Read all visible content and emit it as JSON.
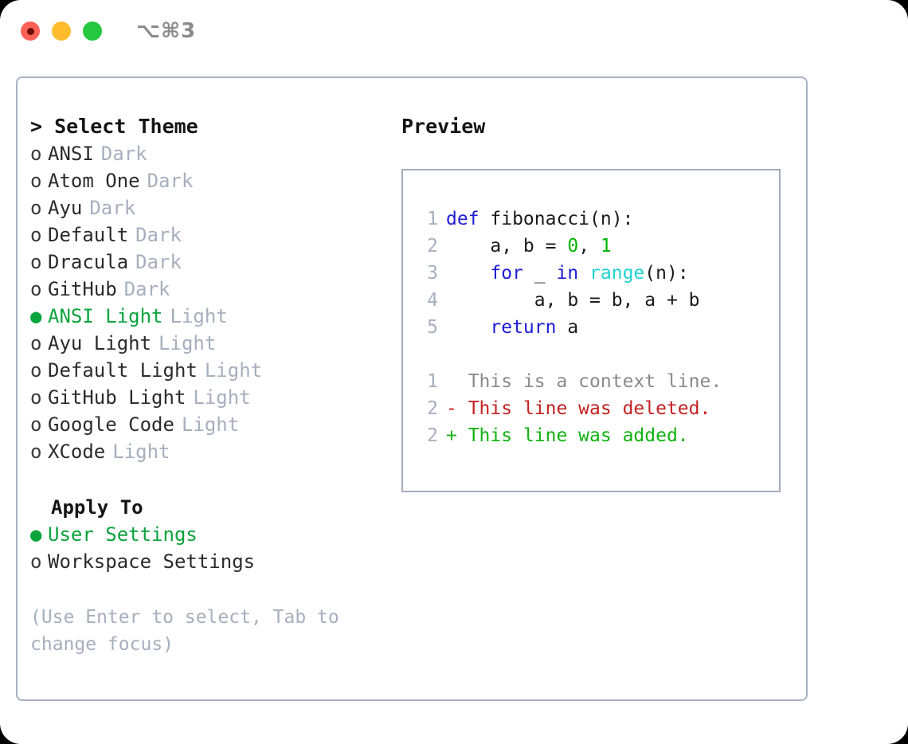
{
  "titlebar": {
    "title": "⌥⌘3",
    "buttons": [
      {
        "name": "close",
        "icon": "close-traffic-light",
        "color": "#ff6058"
      },
      {
        "name": "minimize",
        "icon": "minimize-traffic-light",
        "color": "#ffbd2e"
      },
      {
        "name": "maximize",
        "icon": "maximize-traffic-light",
        "color": "#25c740"
      }
    ]
  },
  "colors": {
    "accent_green": "#0aa33c",
    "muted": "#a6afbd",
    "text": "#1b1b1b",
    "panel_border": "#a9b2c0",
    "code_border": "#a3acba",
    "keyword_blue": "#1c1cd4",
    "number_green": "#00b300",
    "builtin_cyan": "#20d2d2",
    "diff_delete_red": "#c42121",
    "diff_add_green": "#10b210"
  },
  "left": {
    "title": "> Select Theme",
    "themes": [
      {
        "bullet": "o",
        "name": "ANSI",
        "tag": "Dark",
        "selected": false
      },
      {
        "bullet": "o",
        "name": "Atom One",
        "tag": "Dark",
        "selected": false
      },
      {
        "bullet": "o",
        "name": "Ayu",
        "tag": "Dark",
        "selected": false
      },
      {
        "bullet": "o",
        "name": "Default",
        "tag": "Dark",
        "selected": false
      },
      {
        "bullet": "o",
        "name": "Dracula",
        "tag": "Dark",
        "selected": false
      },
      {
        "bullet": "o",
        "name": "GitHub",
        "tag": "Dark",
        "selected": false
      },
      {
        "bullet": "●",
        "name": "ANSI Light",
        "tag": "Light",
        "selected": true
      },
      {
        "bullet": "o",
        "name": "Ayu Light",
        "tag": "Light",
        "selected": false
      },
      {
        "bullet": "o",
        "name": "Default Light",
        "tag": "Light",
        "selected": false
      },
      {
        "bullet": "o",
        "name": "GitHub Light",
        "tag": "Light",
        "selected": false
      },
      {
        "bullet": "o",
        "name": "Google Code",
        "tag": "Light",
        "selected": false
      },
      {
        "bullet": "o",
        "name": "XCode",
        "tag": "Light",
        "selected": false
      }
    ],
    "apply_to_title": "Apply To",
    "apply_to": [
      {
        "bullet": "●",
        "name": "User Settings",
        "selected": true
      },
      {
        "bullet": "o",
        "name": "Workspace Settings",
        "selected": false
      }
    ],
    "hint": "(Use Enter to select, Tab to change focus)"
  },
  "right": {
    "title": "Preview",
    "code_lines": [
      {
        "no": "1",
        "tokens": [
          {
            "t": "def ",
            "k": "kw"
          },
          {
            "t": "fibonacci(n):",
            "k": "plain"
          }
        ]
      },
      {
        "no": "2",
        "tokens": [
          {
            "t": "    a, b = ",
            "k": "plain"
          },
          {
            "t": "0",
            "k": "num"
          },
          {
            "t": ", ",
            "k": "plain"
          },
          {
            "t": "1",
            "k": "num"
          }
        ]
      },
      {
        "no": "3",
        "tokens": [
          {
            "t": "    ",
            "k": "plain"
          },
          {
            "t": "for",
            "k": "kw"
          },
          {
            "t": " _ ",
            "k": "plain"
          },
          {
            "t": "in",
            "k": "kw"
          },
          {
            "t": " ",
            "k": "plain"
          },
          {
            "t": "range",
            "k": "fn"
          },
          {
            "t": "(n):",
            "k": "plain"
          }
        ]
      },
      {
        "no": "4",
        "tokens": [
          {
            "t": "        a, b = b, a + b",
            "k": "plain"
          }
        ]
      },
      {
        "no": "5",
        "tokens": [
          {
            "t": "    ",
            "k": "plain"
          },
          {
            "t": "return",
            "k": "kw"
          },
          {
            "t": " a",
            "k": "plain"
          }
        ]
      }
    ],
    "diff_lines": [
      {
        "no": "1",
        "marker": "  ",
        "text": "This is a context line.",
        "kind": "context"
      },
      {
        "no": "2",
        "marker": "- ",
        "text": "This line was deleted.",
        "kind": "delete"
      },
      {
        "no": "2",
        "marker": "+ ",
        "text": "This line was added.",
        "kind": "add"
      }
    ]
  }
}
